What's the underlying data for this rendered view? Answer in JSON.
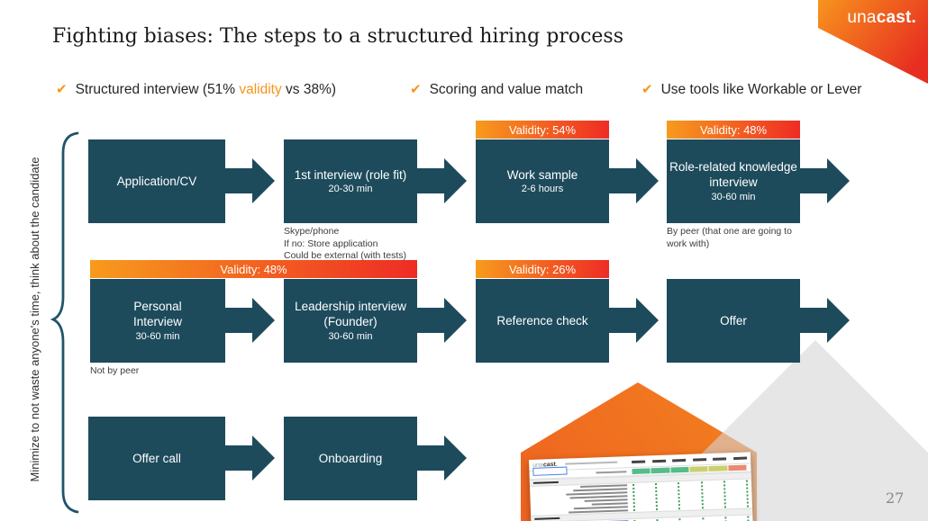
{
  "slide": {
    "title": "Fighting biases: The steps to a structured hiring process",
    "page_number": "27"
  },
  "logo": {
    "prefix": "una",
    "suffix": "cast."
  },
  "checklist": {
    "check_glyph": "✔",
    "item1": {
      "pre": "Structured interview (51% ",
      "highlight": "validity",
      "post": " vs 38%)"
    },
    "item2": "Scoring and value match",
    "item3": "Use tools like Workable or Lever"
  },
  "side_label": "Minimize to not waste anyone's time, think about the candidate",
  "flowchart": {
    "row1": {
      "application": {
        "label": "Application/CV"
      },
      "first_interview": {
        "label": "1st interview (role fit)",
        "duration": "20-30 min",
        "note": "Skype/phone\nIf no: Store application\nCould be external (with tests)"
      },
      "work_sample": {
        "label": "Work sample",
        "duration": "2-6 hours",
        "validity": "Validity: 54%"
      },
      "role_knowledge": {
        "label": "Role-related knowledge interview",
        "duration": "30-60 min",
        "validity": "Validity: 48%",
        "note": "By peer (that one are going to work with)"
      }
    },
    "row2": {
      "validity_span": "Validity: 48%",
      "personal_interview": {
        "label": "Personal Interview",
        "duration": "30-60 min",
        "note": "Not by peer"
      },
      "leadership_interview": {
        "label": "Leadership interview (Founder)",
        "duration": "30-60 min"
      },
      "reference_check": {
        "label": "Reference check",
        "validity": "Validity: 26%"
      },
      "offer": {
        "label": "Offer"
      }
    },
    "row3": {
      "offer_call": {
        "label": "Offer call"
      },
      "onboarding": {
        "label": "Onboarding"
      }
    }
  },
  "colors": {
    "box_teal": "#1d4b5c",
    "accent_orange": "#f7941d",
    "banner_red": "#ee2c24",
    "house_gray": "#e9e9e9"
  },
  "spreadsheet": {
    "logo_prefix": "una",
    "logo_suffix": "cast",
    "logo_dot": ".",
    "status_colors": [
      "#57bb8a",
      "#57bb8a",
      "#57bb8a",
      "#cbcf6e",
      "#cbcf6e",
      "#e98b74"
    ]
  }
}
